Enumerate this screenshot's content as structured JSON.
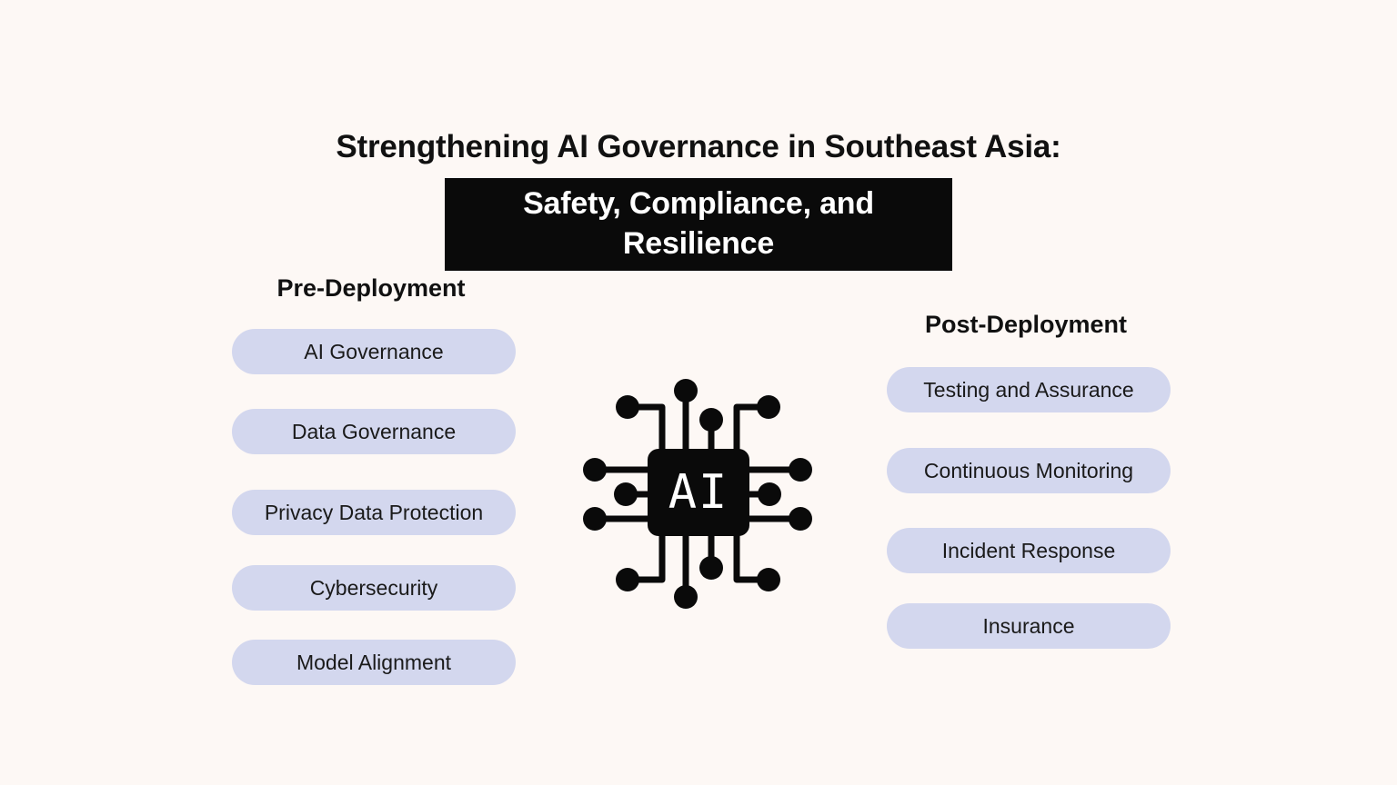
{
  "header": {
    "title": "Strengthening AI Governance in Southeast Asia:",
    "subtitle": "Safety, Compliance, and Resilience"
  },
  "pre_deployment": {
    "heading": "Pre-Deployment",
    "items": [
      "AI Governance",
      "Data Governance",
      "Privacy Data Protection",
      "Cybersecurity",
      "Model Alignment"
    ]
  },
  "post_deployment": {
    "heading": "Post-Deployment",
    "items": [
      "Testing and Assurance",
      "Continuous Monitoring",
      "Incident Response",
      "Insurance"
    ]
  },
  "center": {
    "icon": "ai-chip-icon",
    "label": "AI"
  },
  "colors": {
    "background": "#fdf8f5",
    "pill": "#d3d7ee",
    "text": "#111111",
    "highlight_bg": "#0a0a0a",
    "highlight_text": "#ffffff"
  }
}
